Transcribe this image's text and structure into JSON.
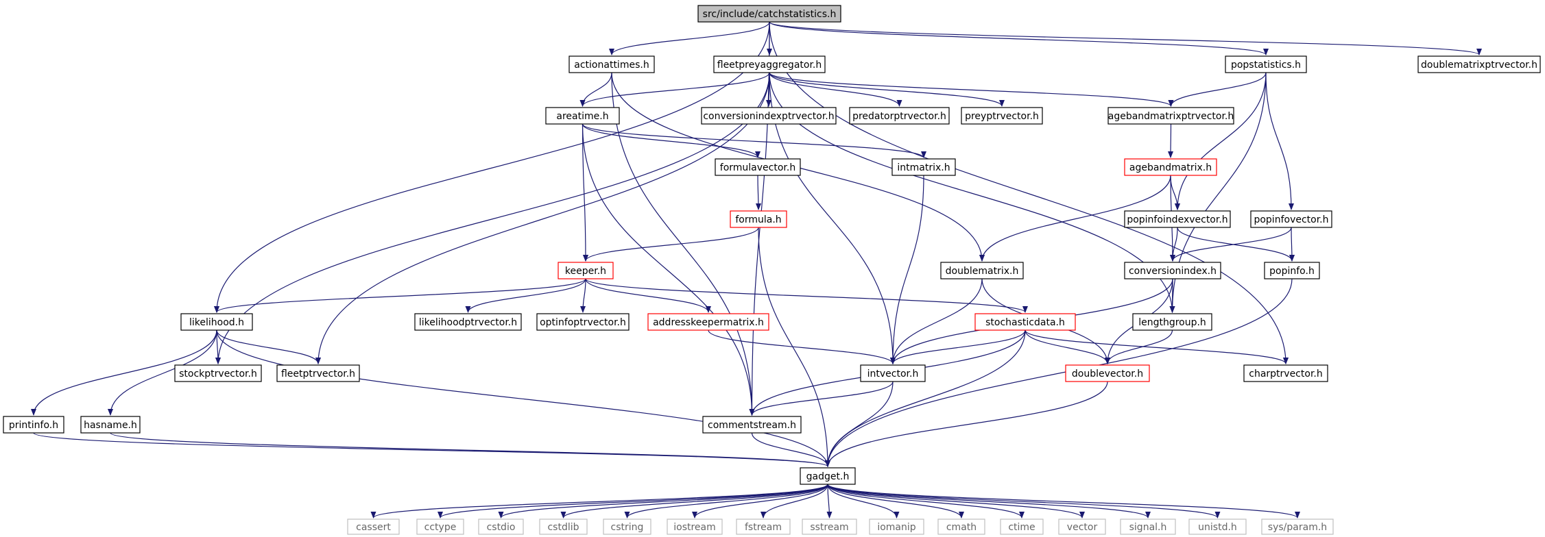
{
  "diagram": {
    "type": "include-dependency-graph",
    "colors": {
      "edge": "#191970",
      "node_border": "#000000",
      "truncated_node_border": "#ff0000",
      "system_header_border": "#bfbfbf",
      "root_fill": "#bfbfbf"
    },
    "nodes": [
      {
        "id": "root",
        "label": "src/include/catchstatistics.h",
        "style": "root"
      },
      {
        "id": "actionattimes",
        "label": "actionattimes.h",
        "style": "normal"
      },
      {
        "id": "fleetprey",
        "label": "fleetpreyaggregator.h",
        "style": "normal"
      },
      {
        "id": "popstatistics",
        "label": "popstatistics.h",
        "style": "normal"
      },
      {
        "id": "doublematrixptrvector",
        "label": "doublematrixptrvector.h",
        "style": "normal"
      },
      {
        "id": "areatime",
        "label": "areatime.h",
        "style": "normal"
      },
      {
        "id": "conversionindexptrvector",
        "label": "conversionindexptrvector.h",
        "style": "normal"
      },
      {
        "id": "predatorptrvector",
        "label": "predatorptrvector.h",
        "style": "normal"
      },
      {
        "id": "preyptrvector",
        "label": "preyptrvector.h",
        "style": "normal"
      },
      {
        "id": "agebandmatrixptrvector",
        "label": "agebandmatrixptrvector.h",
        "style": "normal"
      },
      {
        "id": "formulavector",
        "label": "formulavector.h",
        "style": "normal"
      },
      {
        "id": "intmatrix",
        "label": "intmatrix.h",
        "style": "normal"
      },
      {
        "id": "agebandmatrix",
        "label": "agebandmatrix.h",
        "style": "truncated"
      },
      {
        "id": "formula",
        "label": "formula.h",
        "style": "truncated"
      },
      {
        "id": "popinfoindexvector",
        "label": "popinfoindexvector.h",
        "style": "normal"
      },
      {
        "id": "popinfovector",
        "label": "popinfovector.h",
        "style": "normal"
      },
      {
        "id": "keeper",
        "label": "keeper.h",
        "style": "truncated"
      },
      {
        "id": "doublematrix",
        "label": "doublematrix.h",
        "style": "normal"
      },
      {
        "id": "conversionindex",
        "label": "conversionindex.h",
        "style": "normal"
      },
      {
        "id": "popinfo",
        "label": "popinfo.h",
        "style": "normal"
      },
      {
        "id": "likelihood",
        "label": "likelihood.h",
        "style": "normal"
      },
      {
        "id": "likelihoodptrvector",
        "label": "likelihoodptrvector.h",
        "style": "normal"
      },
      {
        "id": "optinfoptrvector",
        "label": "optinfoptrvector.h",
        "style": "normal"
      },
      {
        "id": "addresskeepermatrix",
        "label": "addresskeepermatrix.h",
        "style": "truncated"
      },
      {
        "id": "stochasticdata",
        "label": "stochasticdata.h",
        "style": "truncated"
      },
      {
        "id": "lengthgroup",
        "label": "lengthgroup.h",
        "style": "normal"
      },
      {
        "id": "stockptrvector",
        "label": "stockptrvector.h",
        "style": "normal"
      },
      {
        "id": "fleetptrvector",
        "label": "fleetptrvector.h",
        "style": "normal"
      },
      {
        "id": "intvector",
        "label": "intvector.h",
        "style": "normal"
      },
      {
        "id": "doublevector",
        "label": "doublevector.h",
        "style": "truncated"
      },
      {
        "id": "charptrvector",
        "label": "charptrvector.h",
        "style": "normal"
      },
      {
        "id": "printinfo",
        "label": "printinfo.h",
        "style": "normal"
      },
      {
        "id": "hasname",
        "label": "hasname.h",
        "style": "normal"
      },
      {
        "id": "commentstream",
        "label": "commentstream.h",
        "style": "normal"
      },
      {
        "id": "gadget",
        "label": "gadget.h",
        "style": "normal"
      },
      {
        "id": "cassert",
        "label": "cassert",
        "style": "system"
      },
      {
        "id": "cctype",
        "label": "cctype",
        "style": "system"
      },
      {
        "id": "cstdio",
        "label": "cstdio",
        "style": "system"
      },
      {
        "id": "cstdlib",
        "label": "cstdlib",
        "style": "system"
      },
      {
        "id": "cstring",
        "label": "cstring",
        "style": "system"
      },
      {
        "id": "iostream",
        "label": "iostream",
        "style": "system"
      },
      {
        "id": "fstream",
        "label": "fstream",
        "style": "system"
      },
      {
        "id": "sstream",
        "label": "sstream",
        "style": "system"
      },
      {
        "id": "iomanip",
        "label": "iomanip",
        "style": "system"
      },
      {
        "id": "cmath",
        "label": "cmath",
        "style": "system"
      },
      {
        "id": "ctime",
        "label": "ctime",
        "style": "system"
      },
      {
        "id": "vector",
        "label": "vector",
        "style": "system"
      },
      {
        "id": "signal",
        "label": "signal.h",
        "style": "system"
      },
      {
        "id": "unistd",
        "label": "unistd.h",
        "style": "system"
      },
      {
        "id": "sysparam",
        "label": "sys/param.h",
        "style": "system"
      }
    ],
    "edges": [
      [
        "root",
        "actionattimes"
      ],
      [
        "root",
        "fleetprey"
      ],
      [
        "root",
        "popstatistics"
      ],
      [
        "root",
        "doublematrixptrvector"
      ],
      [
        "root",
        "likelihood"
      ],
      [
        "root",
        "commentstream"
      ],
      [
        "root",
        "charptrvector"
      ],
      [
        "actionattimes",
        "areatime"
      ],
      [
        "actionattimes",
        "commentstream"
      ],
      [
        "actionattimes",
        "doublematrix"
      ],
      [
        "fleetprey",
        "areatime"
      ],
      [
        "fleetprey",
        "conversionindexptrvector"
      ],
      [
        "fleetprey",
        "predatorptrvector"
      ],
      [
        "fleetprey",
        "preyptrvector"
      ],
      [
        "fleetprey",
        "agebandmatrixptrvector"
      ],
      [
        "fleetprey",
        "lengthgroup"
      ],
      [
        "fleetprey",
        "stockptrvector"
      ],
      [
        "fleetprey",
        "fleetptrvector"
      ],
      [
        "fleetprey",
        "intvector"
      ],
      [
        "popstatistics",
        "agebandmatrixptrvector"
      ],
      [
        "popstatistics",
        "popinfoindexvector"
      ],
      [
        "popstatistics",
        "popinfovector"
      ],
      [
        "popstatistics",
        "lengthgroup"
      ],
      [
        "areatime",
        "formulavector"
      ],
      [
        "areatime",
        "intmatrix"
      ],
      [
        "areatime",
        "keeper"
      ],
      [
        "areatime",
        "commentstream"
      ],
      [
        "agebandmatrixptrvector",
        "agebandmatrix"
      ],
      [
        "formulavector",
        "formula"
      ],
      [
        "intmatrix",
        "intvector"
      ],
      [
        "agebandmatrix",
        "popinfoindexvector"
      ],
      [
        "agebandmatrix",
        "doublematrix"
      ],
      [
        "agebandmatrix",
        "conversionindex"
      ],
      [
        "formula",
        "keeper"
      ],
      [
        "formula",
        "gadget"
      ],
      [
        "popinfoindexvector",
        "conversionindex"
      ],
      [
        "popinfoindexvector",
        "popinfo"
      ],
      [
        "popinfovector",
        "conversionindex"
      ],
      [
        "popinfovector",
        "popinfo"
      ],
      [
        "keeper",
        "likelihood"
      ],
      [
        "keeper",
        "likelihoodptrvector"
      ],
      [
        "keeper",
        "optinfoptrvector"
      ],
      [
        "keeper",
        "addresskeepermatrix"
      ],
      [
        "keeper",
        "stochasticdata"
      ],
      [
        "doublematrix",
        "intvector"
      ],
      [
        "doublematrix",
        "doublevector"
      ],
      [
        "conversionindex",
        "lengthgroup"
      ],
      [
        "conversionindex",
        "intvector"
      ],
      [
        "conversionindex",
        "doublevector"
      ],
      [
        "popinfo",
        "gadget"
      ],
      [
        "likelihood",
        "stockptrvector"
      ],
      [
        "likelihood",
        "fleetptrvector"
      ],
      [
        "likelihood",
        "printinfo"
      ],
      [
        "likelihood",
        "hasname"
      ],
      [
        "likelihood",
        "gadget"
      ],
      [
        "addresskeepermatrix",
        "intvector"
      ],
      [
        "stochasticdata",
        "intvector"
      ],
      [
        "stochasticdata",
        "doublevector"
      ],
      [
        "stochasticdata",
        "charptrvector"
      ],
      [
        "stochasticdata",
        "commentstream"
      ],
      [
        "stochasticdata",
        "gadget"
      ],
      [
        "lengthgroup",
        "doublevector"
      ],
      [
        "intvector",
        "commentstream"
      ],
      [
        "intvector",
        "gadget"
      ],
      [
        "doublevector",
        "gadget"
      ],
      [
        "printinfo",
        "gadget"
      ],
      [
        "hasname",
        "gadget"
      ],
      [
        "commentstream",
        "gadget"
      ],
      [
        "gadget",
        "cassert"
      ],
      [
        "gadget",
        "cctype"
      ],
      [
        "gadget",
        "cstdio"
      ],
      [
        "gadget",
        "cstdlib"
      ],
      [
        "gadget",
        "cstring"
      ],
      [
        "gadget",
        "iostream"
      ],
      [
        "gadget",
        "fstream"
      ],
      [
        "gadget",
        "sstream"
      ],
      [
        "gadget",
        "iomanip"
      ],
      [
        "gadget",
        "cmath"
      ],
      [
        "gadget",
        "ctime"
      ],
      [
        "gadget",
        "vector"
      ],
      [
        "gadget",
        "signal"
      ],
      [
        "gadget",
        "unistd"
      ],
      [
        "gadget",
        "sysparam"
      ]
    ]
  }
}
